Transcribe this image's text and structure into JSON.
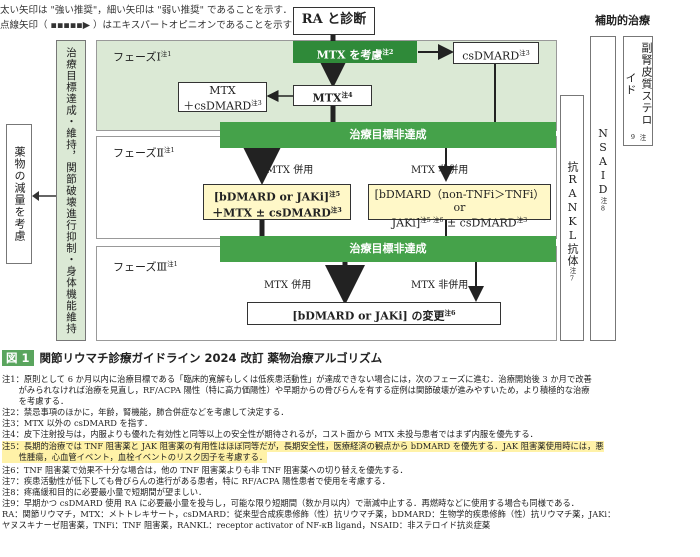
{
  "legend": {
    "line1": "太い矢印は \"強い推奨\"，細い矢印は \"弱い推奨\" であることを示す．",
    "line2": "点線矢印（ ▪▪▪▪▪▶ ）はエキスパートオピニオンであることを示す．"
  },
  "diagram": {
    "ra_box": "RA と診断",
    "supportive_title": "補助的治療",
    "phase1": {
      "label": "フェーズⅠ",
      "note": "注1"
    },
    "phase2": {
      "label": "フェーズⅡ",
      "note": "注1"
    },
    "phase3": {
      "label": "フェーズⅢ",
      "note": "注1"
    },
    "mtx_consider": {
      "text": "MTX を考慮",
      "note": "注2"
    },
    "csdmard": {
      "text": "csDMARD",
      "note": "注3"
    },
    "mtx": {
      "text": "MTX",
      "note": "注4"
    },
    "mtx_cs": {
      "line1": "MTX",
      "line2": "＋csDMARD",
      "note": "注3"
    },
    "unmet1": "治療目標非達成",
    "unmet2": "治療目標非達成",
    "mtx_use": "MTX 併用",
    "mtx_nonuse": "MTX 非併用",
    "mtx_use2": "MTX 併用",
    "mtx_nonuse2": "MTX 非併用",
    "bio_mtx": {
      "line1": "[bDMARD or JAKi]",
      "note1": "注5",
      "line2": "＋MTX ± csDMARD",
      "note2": "注3"
    },
    "bio_non": {
      "line1": "[bDMARD（non-TNFi＞TNFi）or",
      "line2": "JAKi]",
      "note2a": "注5 注6",
      "line2b": "± csDMARD",
      "note2b": "注3"
    },
    "change": {
      "text": "[bDMARD or JAKi] の変更",
      "note": "注6"
    },
    "left_reduce": "薬物の減量を考慮",
    "left_goal": "治療目標達成・維持，関節破壊進行抑制・身体機能維持",
    "nsaid": "NSAID",
    "nsaid_note": "注8",
    "rankl": "抗RANKL抗体",
    "rankl_note": "注7",
    "steroid": "副腎皮質ステロイド",
    "steroid_note": "注9"
  },
  "caption": {
    "tag": "図 1",
    "title": "関節リウマチ診療ガイドライン 2024 改訂  薬物治療アルゴリズム"
  },
  "notes": [
    "注1：原則として 6 か月以内に治療目標である「臨床的寛解もしくは低疾患活動性」が達成できない場合には，次のフェーズに進む．治療開始後 3 か月で改善",
    "　　がみられなければ治療を見直し，RF/ACPA 陽性（特に高力価陽性）や早期からの骨びらんを有する症例は関節破壊が進みやすいため，より積極的な治療",
    "　　を考慮する．",
    "注2：禁忌事項のほかに，年齢，腎機能，肺合併症などを考慮して決定する．",
    "注3：MTX 以外の csDMARD を指す．",
    "注4：皮下注射投与は，内服よりも優れた有効性と同等以上の安全性が期待されるが，コスト面から MTX 未投与患者ではまず内服を優先する．",
    "注5：長期的治療では TNF 阻害薬と JAK 阻害薬の有用性はほぼ同等だが，長期安全性，医療経済の観点から bDMARD を優先する．JAK 阻害薬使用時には，悪",
    "　　性腫瘍，心血管イベント，血栓イベントのリスク因子を考慮する．",
    "注6：TNF 阻害薬で効果不十分な場合は，他の TNF 阻害薬よりも非 TNF 阻害薬への切り替えを優先する．",
    "注7：疾患活動性が低下しても骨びらんの進行がある患者，特に RF/ACPA 陽性患者で使用を考慮する．",
    "注8：疼痛緩和目的に必要最小量で短期間が望ましい．",
    "注9：早期かつ csDMARD 使用 RA に必要最小量を投与し，可能な限り短期間（数か月以内）で漸減中止する．再燃時などに使用する場合も同様である．",
    "RA：関節リウマチ，MTX：メトトレキサート，csDMARD：従来型合成疾患修飾（性）抗リウマチ薬，bDMARD：生物学的疾患修飾（性）抗リウマチ薬，JAKi：",
    "ヤヌスキナーゼ阻害薬，TNFi：TNF 阻害薬，RANKL：receptor activator of NF-κB ligand，NSAID：非ステロイド抗炎症薬"
  ]
}
